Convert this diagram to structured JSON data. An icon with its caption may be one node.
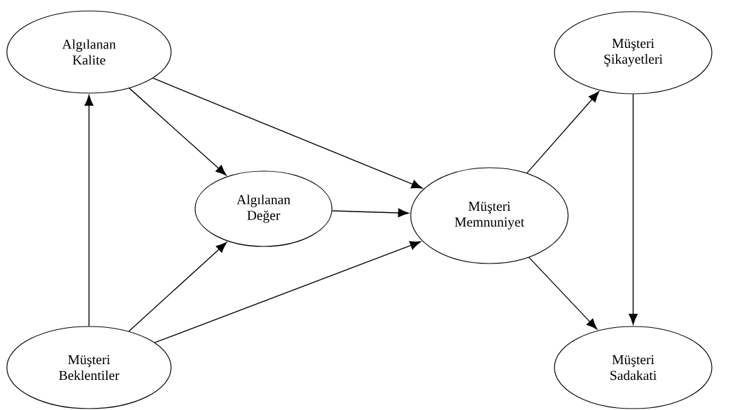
{
  "diagram": {
    "nodes": [
      {
        "text": [
          "Algılanan Kalite"
        ]
      },
      {
        "text": [
          "Müşteri Şikayetleri"
        ]
      },
      {
        "text": [
          "Algılanan Değer"
        ]
      },
      {
        "text": [
          "Müşteri Memnuniyet"
        ]
      },
      {
        "text": [
          "Müşteri Beklentiler"
        ]
      },
      {
        "text": [
          "Müşteri Sadakati"
        ]
      }
    ],
    "edges": [
      {
        "from": 0,
        "to": 2,
        "arrow": "to"
      },
      {
        "from": 0,
        "to": 3,
        "arrow": "to"
      },
      {
        "from": 4,
        "to": 0,
        "arrow": "to"
      },
      {
        "from": 4,
        "to": 2,
        "arrow": "to"
      },
      {
        "from": 4,
        "to": 3,
        "arrow": "to"
      },
      {
        "from": 2,
        "to": 3,
        "arrow": "to"
      },
      {
        "from": 3,
        "to": 1,
        "arrow": "to"
      },
      {
        "from": 3,
        "to": 5,
        "arrow": "to"
      },
      {
        "from": 1,
        "to": 5,
        "arrow": "to"
      }
    ]
  }
}
